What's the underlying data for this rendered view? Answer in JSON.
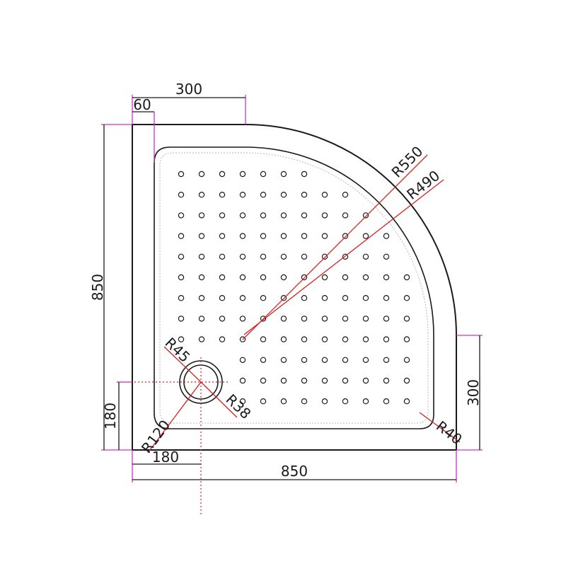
{
  "dimensions": {
    "top_width": "300",
    "inset": "60",
    "overall_height": "850",
    "right_straight": "300",
    "waste_from_bottom": "180",
    "waste_from_left": "180",
    "overall_width": "850"
  },
  "radii": {
    "outer_arc": "R550",
    "inner_arc": "R490",
    "waste_outer": "R45",
    "waste_inner": "R38",
    "waste_zone": "R120",
    "corner": "R40"
  },
  "colors": {
    "outline": "#1a1a1a",
    "extension_lines": "#cc33cc",
    "leader_lines": "#d42020"
  }
}
